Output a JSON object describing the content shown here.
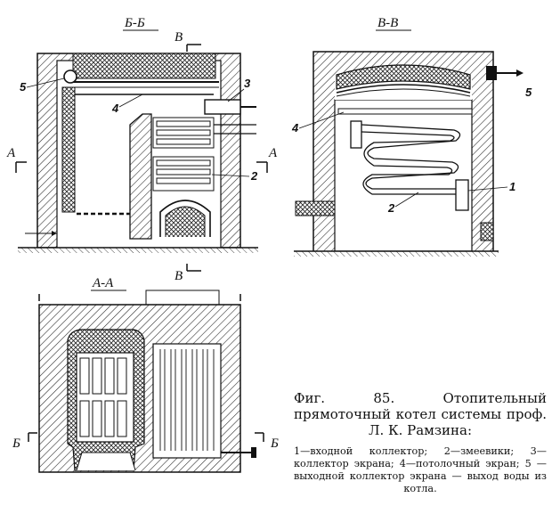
{
  "views": {
    "bb": {
      "title": "Б-Б"
    },
    "vv": {
      "title": "В-В"
    },
    "aa": {
      "title": "А-А"
    }
  },
  "section_marks": {
    "a": "А",
    "b": "Б",
    "v": "В"
  },
  "callouts": [
    "1",
    "2",
    "3",
    "4",
    "5"
  ],
  "caption": {
    "title": "Фиг. 85. Отопительный прямоточный котел системы проф. Л. К. Рамзина:",
    "legend": "1—входной коллектор; 2—змеевики; 3—коллектор экрана; 4—потолочный экран; 5 — выходной коллектор экрана — выход воды из котла."
  }
}
